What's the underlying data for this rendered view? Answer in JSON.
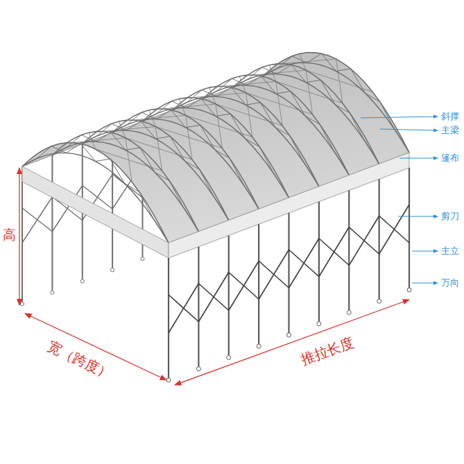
{
  "diagram": {
    "labels": [
      "斜撑",
      "主梁",
      "篷布",
      "剪刀",
      "主立",
      "万向",
      "高",
      "宽（跨度）",
      "推拉长度"
    ]
  }
}
